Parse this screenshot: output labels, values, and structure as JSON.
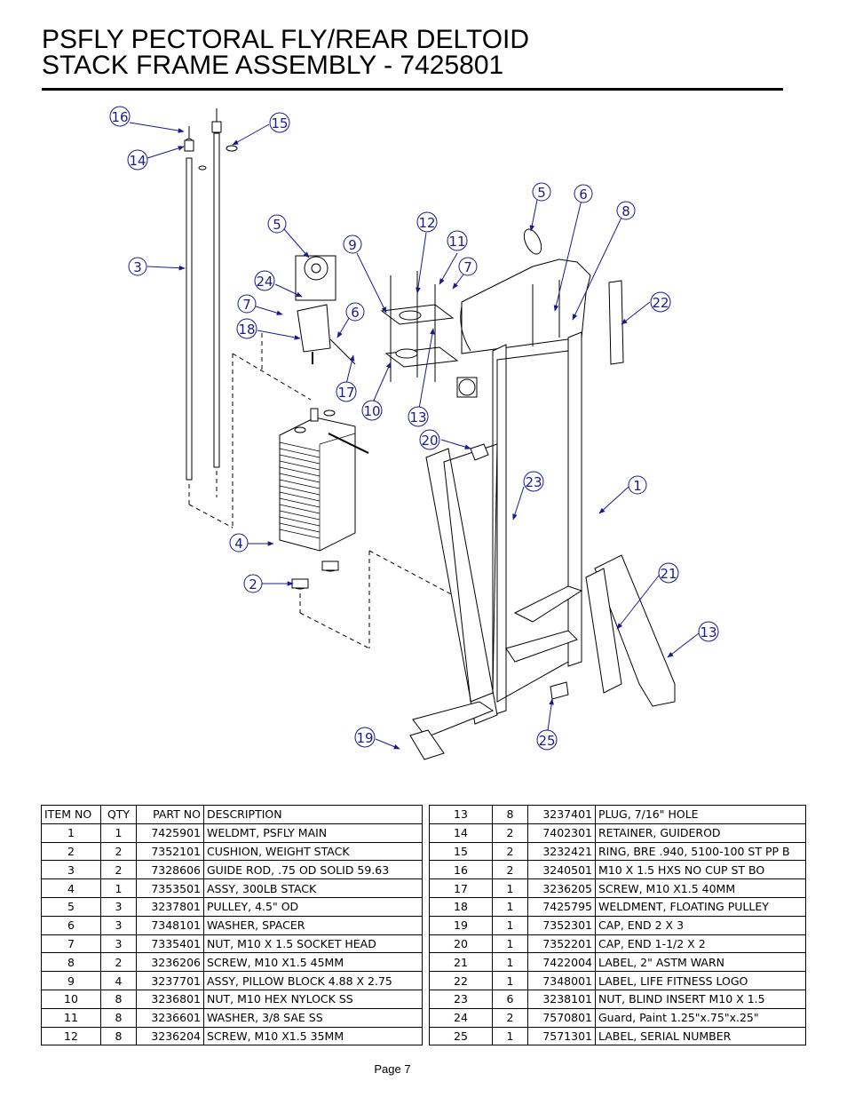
{
  "title": {
    "line1": "PSFLY PECTORAL FLY/REAR DELTOID",
    "line2": "STACK FRAME ASSEMBLY - 7425801"
  },
  "callouts": [
    "16",
    "14",
    "15",
    "3",
    "5",
    "24",
    "7",
    "18",
    "9",
    "12",
    "11",
    "7",
    "6",
    "17",
    "10",
    "13",
    "5",
    "6",
    "8",
    "22",
    "20",
    "23",
    "1",
    "4",
    "2",
    "21",
    "13",
    "19",
    "25"
  ],
  "table": {
    "headers": [
      "ITEM NO",
      "QTY",
      "PART NO",
      "DESCRIPTION"
    ],
    "left": [
      [
        "1",
        "1",
        "7425901",
        "WELDMT, PSFLY MAIN"
      ],
      [
        "2",
        "2",
        "7352101",
        "CUSHION, WEIGHT STACK"
      ],
      [
        "3",
        "2",
        "7328606",
        "GUIDE ROD, .75 OD SOLID 59.63"
      ],
      [
        "4",
        "1",
        "7353501",
        "ASSY, 300LB STACK"
      ],
      [
        "5",
        "3",
        "3237801",
        "PULLEY, 4.5\" OD"
      ],
      [
        "6",
        "3",
        "7348101",
        "WASHER, SPACER"
      ],
      [
        "7",
        "3",
        "7335401",
        "NUT, M10 X 1.5 SOCKET HEAD"
      ],
      [
        "8",
        "2",
        "3236206",
        "SCREW, M10 X1.5 45MM"
      ],
      [
        "9",
        "4",
        "3237701",
        "ASSY, PILLOW BLOCK 4.88 X 2.75"
      ],
      [
        "10",
        "8",
        "3236801",
        "NUT, M10 HEX  NYLOCK SS"
      ],
      [
        "11",
        "8",
        "3236601",
        "WASHER, 3/8 SAE SS"
      ],
      [
        "12",
        "8",
        "3236204",
        "SCREW, M10 X1.5 35MM"
      ]
    ],
    "right": [
      [
        "13",
        "8",
        "3237401",
        "PLUG, 7/16\" HOLE"
      ],
      [
        "14",
        "2",
        "7402301",
        "RETAINER, GUIDEROD"
      ],
      [
        "15",
        "2",
        "3232421",
        "RING, BRE .940, 5100-100 ST PP B"
      ],
      [
        "16",
        "2",
        "3240501",
        "M10 X 1.5 HXS NO CUP ST BO"
      ],
      [
        "17",
        "1",
        "3236205",
        "SCREW, M10 X1.5 40MM"
      ],
      [
        "18",
        "1",
        "7425795",
        "WELDMENT, FLOATING PULLEY"
      ],
      [
        "19",
        "1",
        "7352301",
        "CAP, END 2 X 3"
      ],
      [
        "20",
        "1",
        "7352201",
        "CAP, END 1-1/2 X 2"
      ],
      [
        "21",
        "1",
        "7422004",
        "LABEL, 2\" ASTM WARN"
      ],
      [
        "22",
        "1",
        "7348001",
        "LABEL, LIFE FITNESS LOGO"
      ],
      [
        "23",
        "6",
        "3238101",
        "NUT, BLIND INSERT M10 X 1.5"
      ],
      [
        "24",
        "2",
        "7570801",
        "Guard, Paint 1.25\"x.75\"x.25\""
      ],
      [
        "25",
        "1",
        "7571301",
        "LABEL, SERIAL NUMBER"
      ]
    ]
  },
  "footer": {
    "page": "Page 7"
  }
}
